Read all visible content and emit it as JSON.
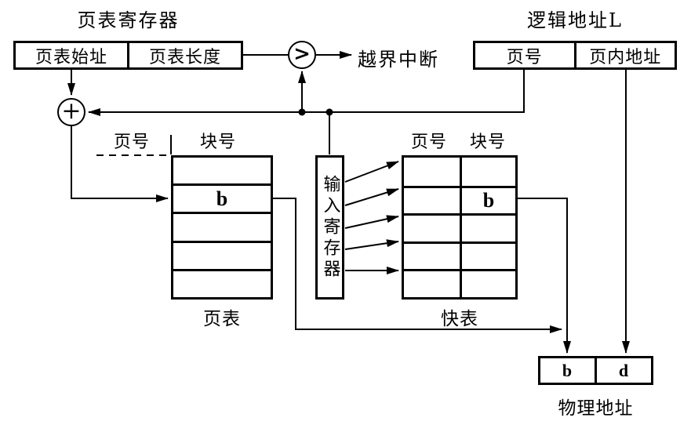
{
  "page_table_register": {
    "title": "页表寄存器",
    "fields": [
      {
        "label": "页表始址"
      },
      {
        "label": "页表长度"
      }
    ]
  },
  "comparator": {
    "symbol": ">"
  },
  "interrupt": {
    "label": "越界中断"
  },
  "logical_address": {
    "title": "逻辑地址L",
    "fields": [
      {
        "label": "页号"
      },
      {
        "label": "页内地址"
      }
    ]
  },
  "adder": {
    "symbol": "+"
  },
  "page_table": {
    "header": {
      "page_col": "页号",
      "block_col": "块号"
    },
    "rows": [
      "",
      "b",
      "",
      "",
      ""
    ],
    "caption": "页表"
  },
  "input_register": {
    "label": "输入寄存器"
  },
  "tlb": {
    "header": {
      "page_col": "页号",
      "block_col": "块号"
    },
    "rows": [
      [
        "",
        ""
      ],
      [
        "",
        "b"
      ],
      [
        "",
        ""
      ],
      [
        "",
        ""
      ],
      [
        "",
        ""
      ]
    ],
    "caption": "快表"
  },
  "physical_address": {
    "fields": [
      {
        "label": "b"
      },
      {
        "label": "d"
      }
    ],
    "caption": "物理地址"
  },
  "colors": {
    "line": "#000000",
    "background": "#ffffff"
  }
}
